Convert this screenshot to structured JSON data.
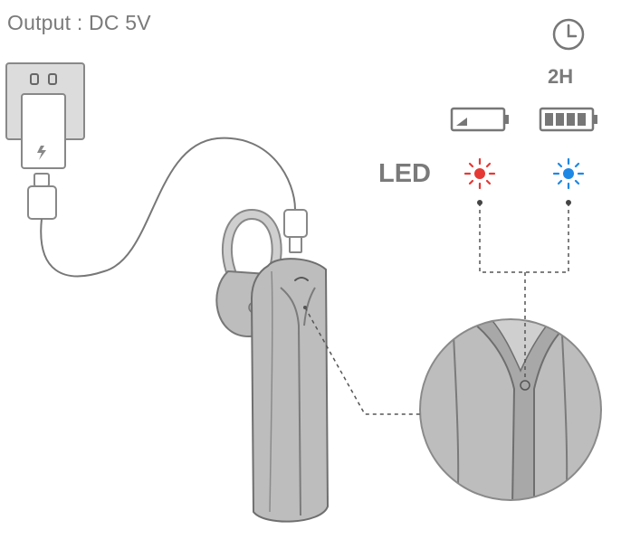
{
  "output_label": "Output : DC 5V",
  "charge_time": "2H",
  "led_label": "LED",
  "icons": {
    "clock": "clock-icon",
    "battery_low": "battery-low-icon",
    "battery_full": "battery-full-icon",
    "led_red": "red-led-icon",
    "led_blue": "blue-led-icon",
    "charger": "wall-charger-icon",
    "headset": "bluetooth-headset"
  },
  "colors": {
    "text": "#7a7a7a",
    "led_charging": "#e53935",
    "led_full": "#1e88e5"
  }
}
